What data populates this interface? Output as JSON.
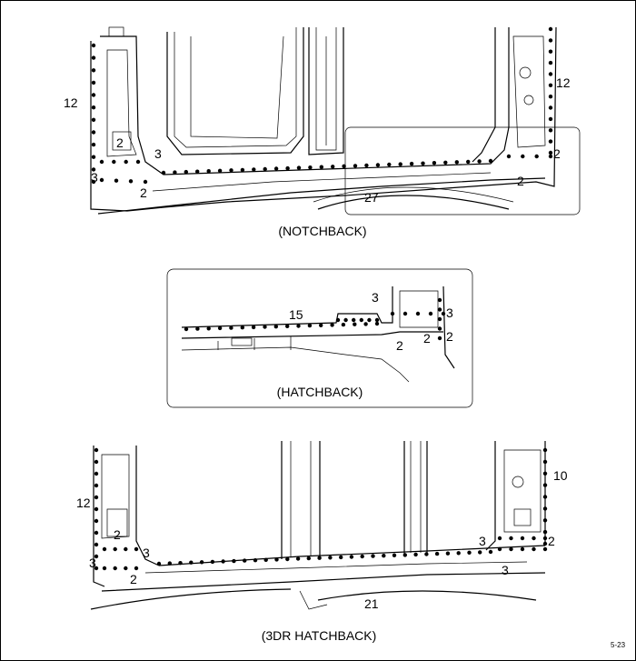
{
  "page_number": "5-23",
  "views": {
    "notchback": {
      "caption": "(NOTCHBACK)",
      "labels": [
        "12",
        "3",
        "3",
        "2",
        "2",
        "27",
        "12",
        "2",
        "2"
      ]
    },
    "hatchback": {
      "caption": "(HATCHBACK)",
      "labels": [
        "15",
        "3",
        "3",
        "2",
        "2",
        "2"
      ]
    },
    "hatchback_3dr": {
      "caption": "(3DR HATCHBACK)",
      "labels": [
        "12",
        "2",
        "3",
        "3",
        "2",
        "21",
        "3",
        "3",
        "10",
        "2"
      ]
    }
  }
}
